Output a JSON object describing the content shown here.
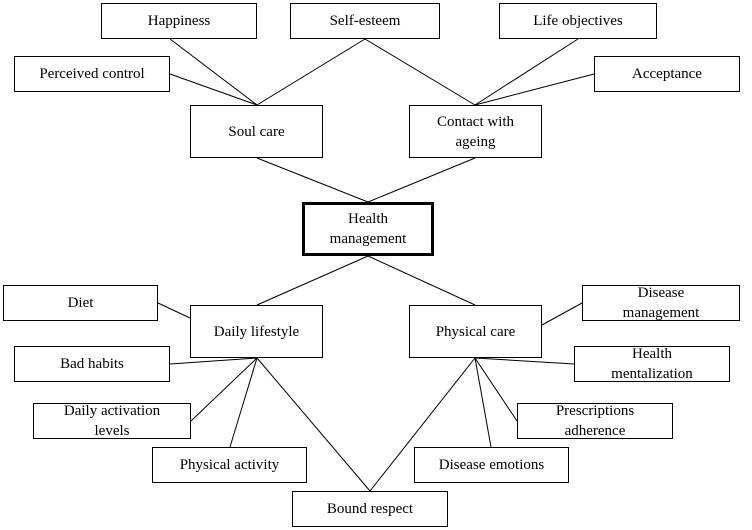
{
  "center": {
    "label": "Health\nmanagement"
  },
  "branches": {
    "soul_care": {
      "label": "Soul care"
    },
    "contact_with_ageing": {
      "label": "Contact with\nageing"
    },
    "daily_lifestyle": {
      "label": "Daily lifestyle"
    },
    "physical_care": {
      "label": "Physical  care"
    }
  },
  "leaves": {
    "happiness": {
      "label": "Happiness"
    },
    "self_esteem": {
      "label": "Self-esteem"
    },
    "life_objectives": {
      "label": "Life objectives"
    },
    "perceived_control": {
      "label": "Perceived control"
    },
    "acceptance": {
      "label": "Acceptance"
    },
    "diet": {
      "label": "Diet"
    },
    "bad_habits": {
      "label": "Bad habits"
    },
    "daily_activation_levels": {
      "label": "Daily activation\nlevels"
    },
    "physical_activity": {
      "label": "Physical activity"
    },
    "bound_respect": {
      "label": "Bound respect"
    },
    "disease_management": {
      "label": "Disease\nmanagement"
    },
    "health_mentalization": {
      "label": "Health\nmentalization"
    },
    "prescriptions_adherence": {
      "label": "Prescriptions\nadherence"
    },
    "disease_emotions": {
      "label": "Disease emotions"
    }
  },
  "edges": [
    [
      "soul_care",
      "health_management"
    ],
    [
      "contact_with_ageing",
      "health_management"
    ],
    [
      "health_management",
      "daily_lifestyle"
    ],
    [
      "health_management",
      "physical_care"
    ],
    [
      "happiness",
      "soul_care"
    ],
    [
      "self_esteem",
      "soul_care"
    ],
    [
      "perceived_control",
      "soul_care"
    ],
    [
      "self_esteem",
      "contact_with_ageing"
    ],
    [
      "life_objectives",
      "contact_with_ageing"
    ],
    [
      "acceptance",
      "contact_with_ageing"
    ],
    [
      "diet",
      "daily_lifestyle"
    ],
    [
      "bad_habits",
      "daily_lifestyle"
    ],
    [
      "daily_activation_levels",
      "daily_lifestyle"
    ],
    [
      "physical_activity",
      "daily_lifestyle"
    ],
    [
      "bound_respect",
      "daily_lifestyle"
    ],
    [
      "disease_management",
      "physical_care"
    ],
    [
      "health_mentalization",
      "physical_care"
    ],
    [
      "prescriptions_adherence",
      "physical_care"
    ],
    [
      "disease_emotions",
      "physical_care"
    ],
    [
      "bound_respect",
      "physical_care"
    ]
  ]
}
